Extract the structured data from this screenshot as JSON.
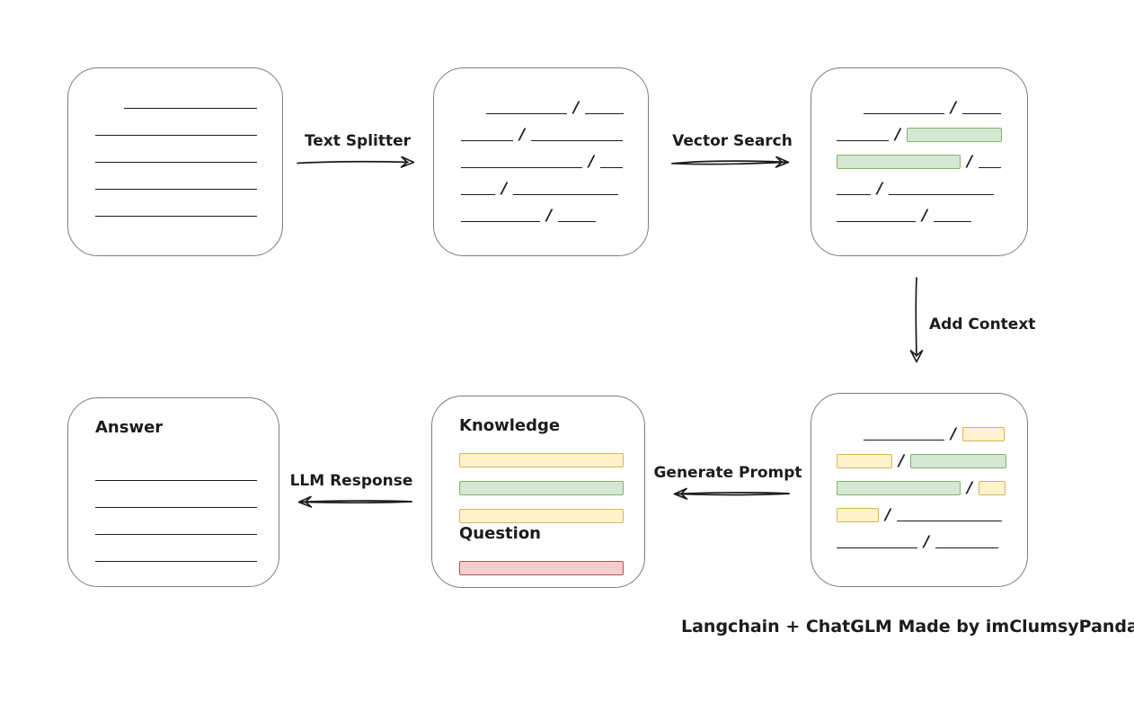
{
  "caption": "Langchain + ChatGLM Made by imClumsyPanda",
  "colors": {
    "green_fill": "#d5e8d4",
    "green_stroke": "#82b366",
    "yellow_fill": "#fff2cc",
    "yellow_stroke": "#d6b656",
    "red_fill": "#f8cecc",
    "red_stroke": "#b85450",
    "line": "#1c1c1c",
    "box_border": "#7d7d7d"
  },
  "glyphs": {
    "slash": "/"
  },
  "arrows": {
    "text_splitter": {
      "label": "Text Splitter",
      "direction": "right"
    },
    "vector_search": {
      "label": "Vector Search",
      "direction": "right"
    },
    "add_context": {
      "label": "Add Context",
      "direction": "down"
    },
    "generate_prompt": {
      "label": "Generate Prompt",
      "direction": "left"
    },
    "llm_response": {
      "label": "LLM Response",
      "direction": "left"
    }
  },
  "nodes": {
    "document": {
      "rows": [
        {
          "indent": 32,
          "segments": [
            {
              "kind": "line",
              "w": 148
            }
          ]
        },
        {
          "segments": [
            {
              "kind": "line",
              "w": 180
            }
          ]
        },
        {
          "segments": [
            {
              "kind": "line",
              "w": 180
            }
          ]
        },
        {
          "segments": [
            {
              "kind": "line",
              "w": 180
            }
          ]
        },
        {
          "segments": [
            {
              "kind": "line",
              "w": 180
            }
          ]
        }
      ]
    },
    "chunks": {
      "rows": [
        {
          "indent": 28,
          "segments": [
            {
              "kind": "line",
              "w": 90
            },
            {
              "kind": "slash"
            },
            {
              "kind": "line",
              "w": 43
            }
          ]
        },
        {
          "segments": [
            {
              "kind": "line",
              "w": 58
            },
            {
              "kind": "slash"
            },
            {
              "kind": "line",
              "w": 102
            }
          ]
        },
        {
          "segments": [
            {
              "kind": "line",
              "w": 135
            },
            {
              "kind": "slash"
            },
            {
              "kind": "line",
              "w": 25
            }
          ]
        },
        {
          "segments": [
            {
              "kind": "line",
              "w": 38
            },
            {
              "kind": "slash"
            },
            {
              "kind": "line",
              "w": 117
            }
          ]
        },
        {
          "segments": [
            {
              "kind": "line",
              "w": 88
            },
            {
              "kind": "slash"
            },
            {
              "kind": "line",
              "w": 42
            }
          ]
        }
      ]
    },
    "vector_result": {
      "rows": [
        {
          "indent": 30,
          "segments": [
            {
              "kind": "line",
              "w": 90
            },
            {
              "kind": "slash"
            },
            {
              "kind": "line",
              "w": 43
            }
          ]
        },
        {
          "segments": [
            {
              "kind": "line",
              "w": 58
            },
            {
              "kind": "slash"
            },
            {
              "kind": "green",
              "w": 106
            }
          ]
        },
        {
          "segments": [
            {
              "kind": "green",
              "w": 138
            },
            {
              "kind": "slash"
            },
            {
              "kind": "line",
              "w": 25
            }
          ]
        },
        {
          "segments": [
            {
              "kind": "line",
              "w": 38
            },
            {
              "kind": "slash"
            },
            {
              "kind": "line",
              "w": 117
            }
          ]
        },
        {
          "segments": [
            {
              "kind": "line",
              "w": 88
            },
            {
              "kind": "slash"
            },
            {
              "kind": "line",
              "w": 42
            }
          ]
        }
      ]
    },
    "context": {
      "rows": [
        {
          "indent": 30,
          "segments": [
            {
              "kind": "line",
              "w": 90
            },
            {
              "kind": "slash"
            },
            {
              "kind": "yellow",
              "w": 47
            }
          ]
        },
        {
          "segments": [
            {
              "kind": "yellow",
              "w": 62
            },
            {
              "kind": "slash"
            },
            {
              "kind": "green",
              "w": 107
            }
          ]
        },
        {
          "segments": [
            {
              "kind": "green",
              "w": 138
            },
            {
              "kind": "slash"
            },
            {
              "kind": "yellow",
              "w": 30
            }
          ]
        },
        {
          "segments": [
            {
              "kind": "yellow",
              "w": 47
            },
            {
              "kind": "slash"
            },
            {
              "kind": "line",
              "w": 117
            }
          ]
        },
        {
          "segments": [
            {
              "kind": "line",
              "w": 90
            },
            {
              "kind": "slash"
            },
            {
              "kind": "line",
              "w": 70
            }
          ]
        }
      ]
    },
    "prompt": {
      "rows": [
        {
          "type": "header",
          "text": "Knowledge"
        },
        {
          "segments": [
            {
              "kind": "yellow",
              "w": 183
            }
          ]
        },
        {
          "segments": [
            {
              "kind": "green",
              "w": 183
            }
          ]
        },
        {
          "segments": [
            {
              "kind": "yellow",
              "w": 183
            }
          ]
        },
        {
          "type": "header",
          "text": "Question"
        },
        {
          "segments": [
            {
              "kind": "red",
              "w": 183
            }
          ]
        }
      ]
    },
    "answer": {
      "rows": [
        {
          "type": "header",
          "text": "Answer"
        },
        {
          "segments": [
            {
              "kind": "line",
              "w": 180
            }
          ]
        },
        {
          "segments": [
            {
              "kind": "line",
              "w": 180
            }
          ]
        },
        {
          "segments": [
            {
              "kind": "line",
              "w": 180
            }
          ]
        },
        {
          "segments": [
            {
              "kind": "line",
              "w": 180
            }
          ]
        }
      ]
    }
  }
}
